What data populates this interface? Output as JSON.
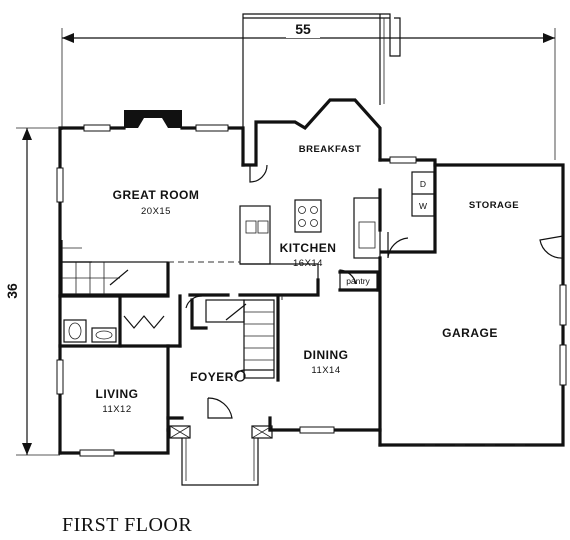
{
  "dimensions": {
    "width": "55",
    "depth": "36"
  },
  "rooms": {
    "great_room": {
      "name": "GREAT ROOM",
      "size": "20X15"
    },
    "breakfast": {
      "name": "BREAKFAST"
    },
    "kitchen": {
      "name": "KITCHEN",
      "size": "16X14"
    },
    "pantry": {
      "name": "pantry"
    },
    "storage": {
      "name": "STORAGE"
    },
    "garage": {
      "name": "GARAGE"
    },
    "dining": {
      "name": "DINING",
      "size": "11X14"
    },
    "foyer": {
      "name": "FOYER"
    },
    "living": {
      "name": "LIVING",
      "size": "11X12"
    }
  },
  "appliances": {
    "dishwasher": "D",
    "washer": "W"
  },
  "caption": "FIRST FLOOR"
}
